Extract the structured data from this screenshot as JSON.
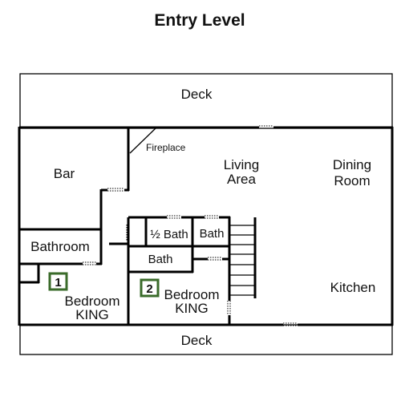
{
  "title": "Entry Level",
  "rooms": {
    "deck_top": "Deck",
    "deck_bottom": "Deck",
    "bar": "Bar",
    "fireplace": "Fireplace",
    "living_line1": "Living",
    "living_line2": "Area",
    "dining_line1": "Dining",
    "dining_line2": "Room",
    "bathroom": "Bathroom",
    "half_bath": "½ Bath",
    "bath_upper": "Bath",
    "bath_lower": "Bath",
    "kitchen": "Kitchen",
    "bedroom1_line1": "Bedroom",
    "bedroom1_line2": "KING",
    "bedroom2_line1": "Bedroom",
    "bedroom2_line2": "KING"
  },
  "badges": {
    "bedroom1": "1",
    "bedroom2": "2",
    "color": "#3a6b2a"
  }
}
